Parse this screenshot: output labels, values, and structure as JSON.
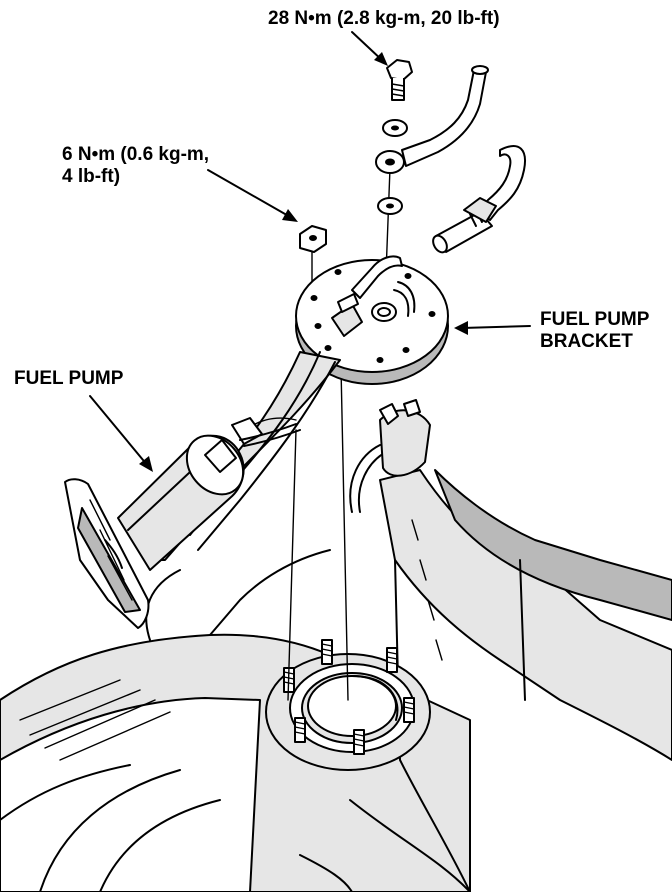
{
  "labels": {
    "torque_bolt": "28 N•m (2.8 kg-m, 20 lb-ft)",
    "torque_nut_line1": "6 N•m (0.6 kg-m,",
    "torque_nut_line2": "4 lb-ft)",
    "bracket_line1": "FUEL PUMP",
    "bracket_line2": "BRACKET",
    "pump": "FUEL PUMP"
  }
}
